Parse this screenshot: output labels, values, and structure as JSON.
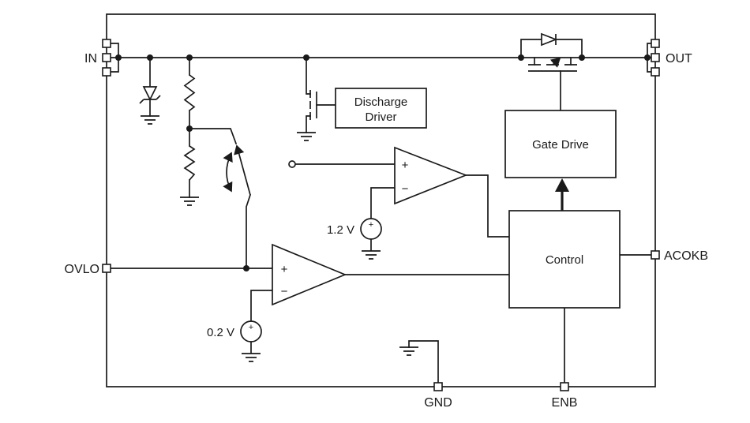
{
  "pins": {
    "in": "IN",
    "out": "OUT",
    "ovlo": "OVLO",
    "acokb": "ACOKB",
    "gnd": "GND",
    "enb": "ENB"
  },
  "blocks": {
    "discharge_driver_line1": "Discharge",
    "discharge_driver_line2": "Driver",
    "gate_drive": "Gate Drive",
    "control": "Control"
  },
  "references": {
    "ov_comparator_ref": "1.2 V",
    "uv_comparator_ref": "0.2 V"
  },
  "symbols": {
    "plus": "+",
    "minus": "−"
  },
  "colors": {
    "line": "#1a1a1a",
    "background": "#ffffff"
  }
}
